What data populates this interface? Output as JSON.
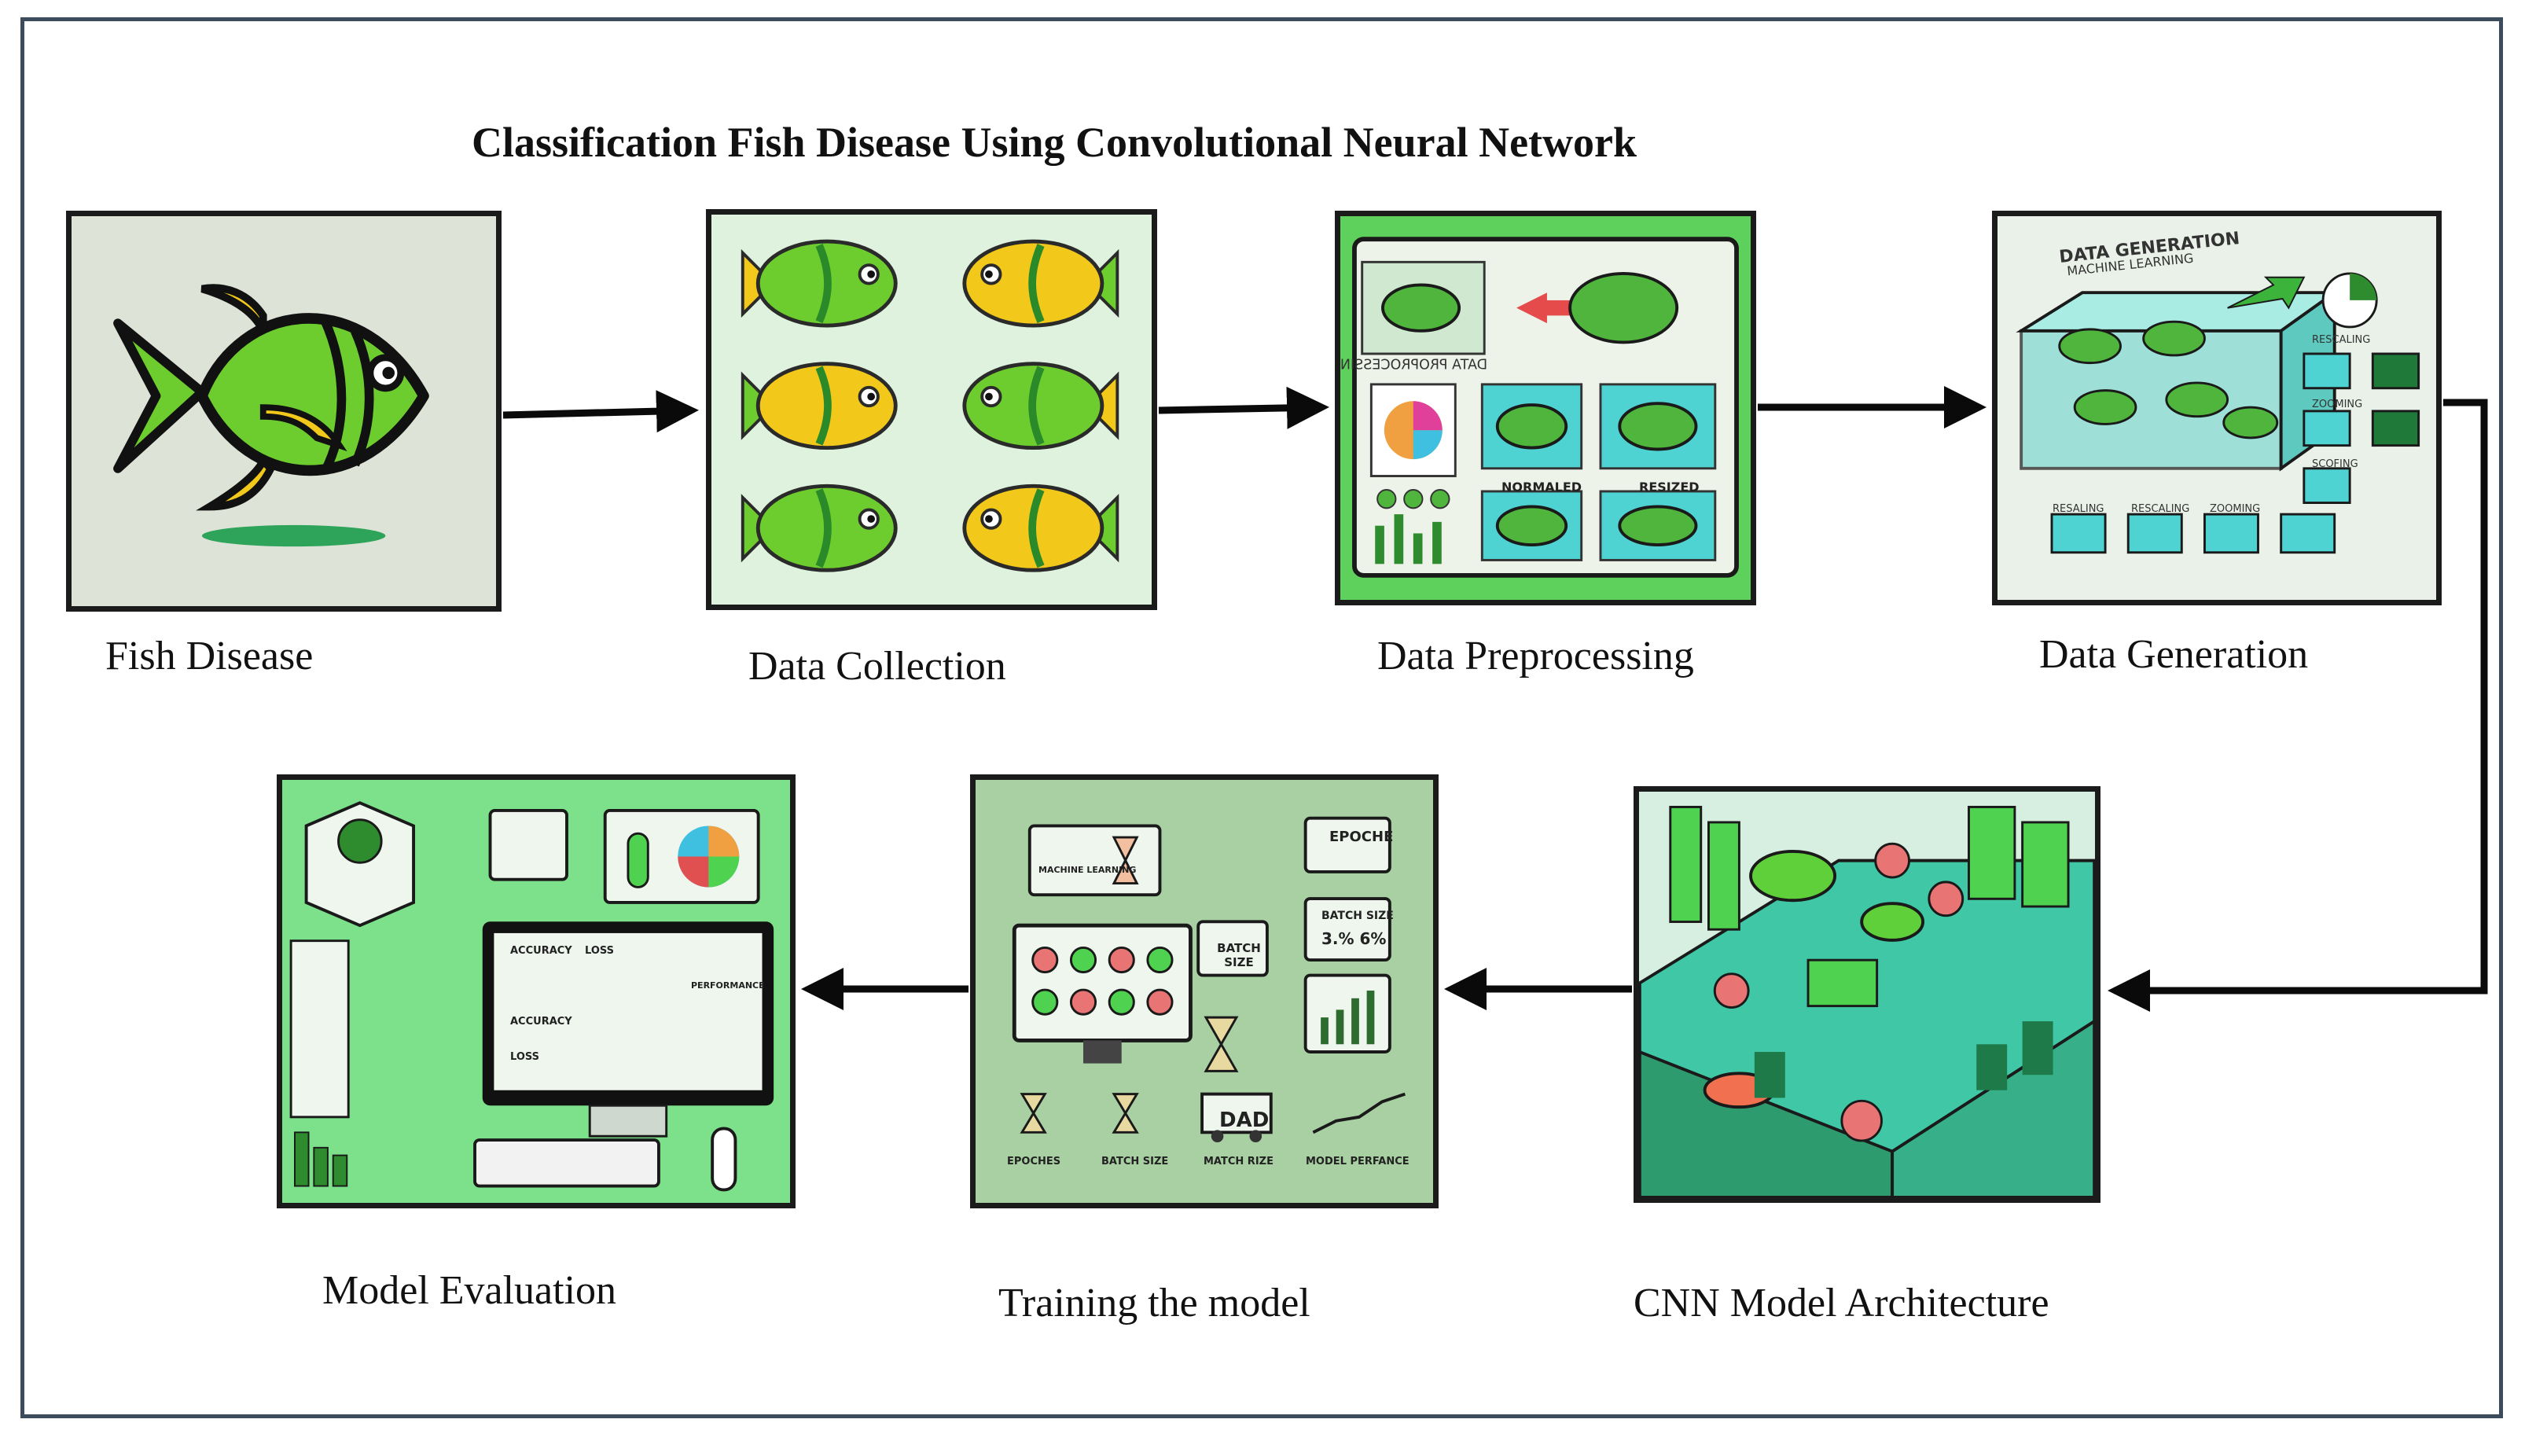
{
  "title": "Classification Fish Disease Using Convolutional Neural Network",
  "steps": [
    {
      "label": "Fish Disease"
    },
    {
      "label": "Data Collection"
    },
    {
      "label": "Data Preprocessing"
    },
    {
      "label": "Data Generation"
    },
    {
      "label": "CNN Model Architecture"
    },
    {
      "label": "Training the model"
    },
    {
      "label": "Model Evaluation"
    }
  ],
  "tile_text": {
    "preproc_title": "DATA PROPROCESSING",
    "normalized": "NORMALED",
    "resized": "RESIZED",
    "datagen_title": "DATA GENERATION",
    "datagen_sub": "MACHINE LEARNING",
    "datagen_side": [
      "RESCALING",
      "ZOOMING",
      "SCOFING"
    ],
    "datagen_bottom": [
      "RESALING",
      "RESCALING",
      "ZOOMING"
    ],
    "train_ml": "MACHINE LEARNING",
    "train_epoche": "EPOCHE",
    "train_batch": "BATCH SIZE",
    "train_batch2": "BATCH SIZE",
    "train_batch_val": "3.% 6%",
    "train_dad": "DAD",
    "train_bottom": [
      "EPOCHES",
      "BATCH SIZE",
      "MATCH RIZE",
      "MODEL PERFANCE"
    ],
    "eval_accuracy": "ACCURACY",
    "eval_loss": "LOSS",
    "eval_accuracy2": "ACCURACY",
    "eval_loss2": "LOSS",
    "eval_perf": "PERFORMANCE"
  },
  "colors": {
    "arrow": "#0a0a0a",
    "green_bg": "#7de08a",
    "fish_green": "#6dcc2e",
    "fish_yellow": "#f2c81a",
    "frame": "#3d4c5c"
  }
}
